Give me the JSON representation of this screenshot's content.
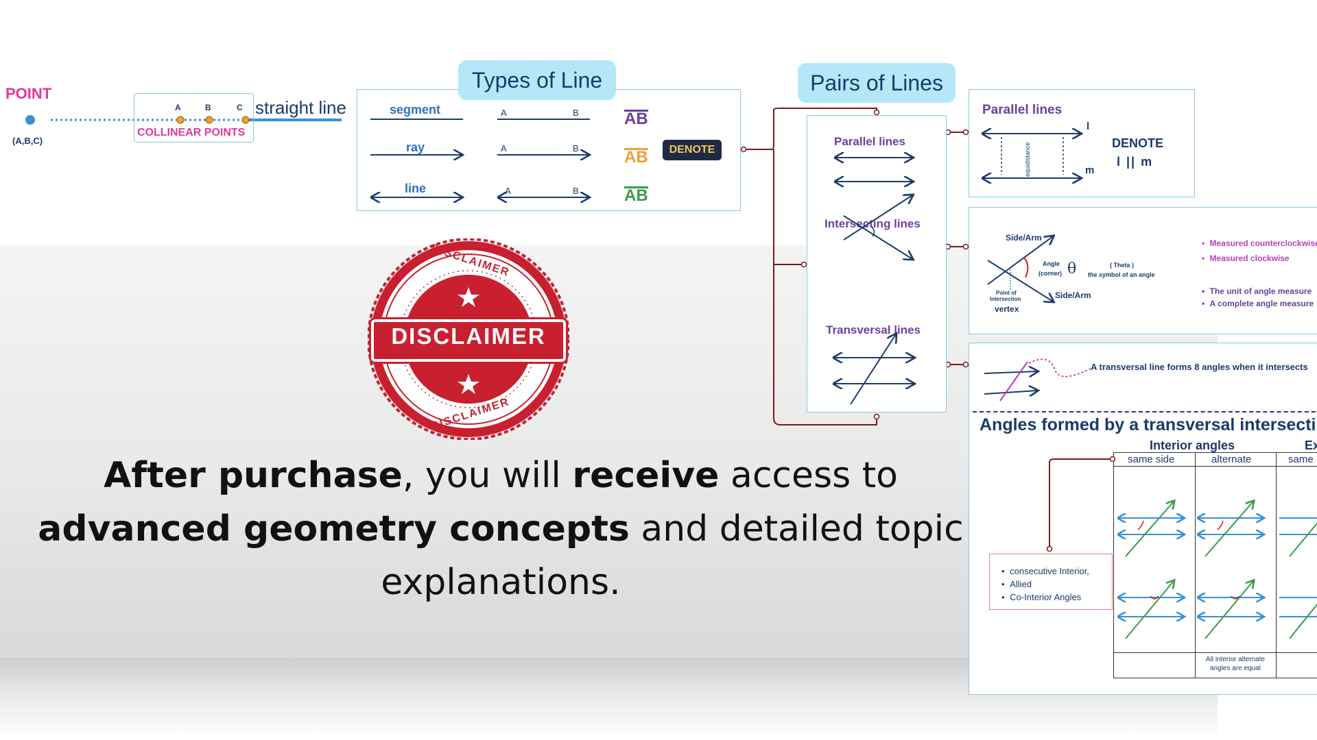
{
  "point": {
    "label": "POINT",
    "coords": "(A,B,C)"
  },
  "collinear": {
    "label": "COLLINEAR POINTS",
    "a": "A",
    "b": "B",
    "c": "C"
  },
  "straight_line": "straight line",
  "types_of_line": {
    "title": "Types of Line",
    "rows": [
      {
        "name": "segment",
        "a": "A",
        "b": "B",
        "notation": "AB"
      },
      {
        "name": "ray",
        "a": "A",
        "b": "B",
        "notation": "AB"
      },
      {
        "name": "line",
        "a": "A",
        "b": "B",
        "notation": "AB"
      }
    ],
    "denote": "DENOTE"
  },
  "pairs_of_lines": {
    "title": "Pairs of Lines",
    "items": [
      "Parallel lines",
      "Intersecting lines",
      "Transversal lines"
    ]
  },
  "parallel_box": {
    "title": "Parallel lines",
    "equidistance": "equidistance",
    "denote": "DENOTE",
    "l": "l",
    "m": "m",
    "notation": "l || m"
  },
  "angle_box": {
    "side_arm_1": "Side/Arm",
    "side_arm_2": "Side/Arm",
    "angle_label": "Angle",
    "corner": "(corner)",
    "theta_symbol": "θ",
    "theta_label": "( Theta )",
    "theta_desc": "the symbol of an angle",
    "poi": "Point of",
    "poi2": "Intersection",
    "vertex": "vertex",
    "bullets_colored": [
      "Measured counterclockwise",
      "Measured clockwise"
    ],
    "bullets_plain": [
      "The unit of angle measure",
      "A complete angle measure"
    ]
  },
  "transversal_box": {
    "caption": "A transversal line forms 8 angles when it intersects",
    "angles_title": "Angles formed by a transversal intersecting",
    "interior": "Interior angles",
    "exterior": "Ex",
    "same_side": "same side",
    "alternate": "alternate",
    "same_side_2": "same",
    "note": "All interior alternate angles are equal",
    "aliases": [
      "consecutive Interior,",
      "Allied",
      "Co-Interior Angles"
    ]
  },
  "disclaimer": {
    "center": "DISCLAIMER",
    "ring_top": "DISCLAIMER",
    "ring_bottom": "DISCLAIMER"
  },
  "main_message": {
    "p1_bold": "After purchase",
    "p1": ", you will ",
    "p2_bold": "receive",
    "p2": " access to",
    "p3_bold": "advanced geometry concepts",
    "p3": " and detailed topic",
    "p4": "explanations."
  },
  "colors": {
    "navy": "#1b3a6b",
    "purple": "#6b3fa0",
    "pink": "#e0399a",
    "maroon": "#7a1a1a",
    "red": "#c8202f",
    "blue": "#3a8fd6"
  }
}
